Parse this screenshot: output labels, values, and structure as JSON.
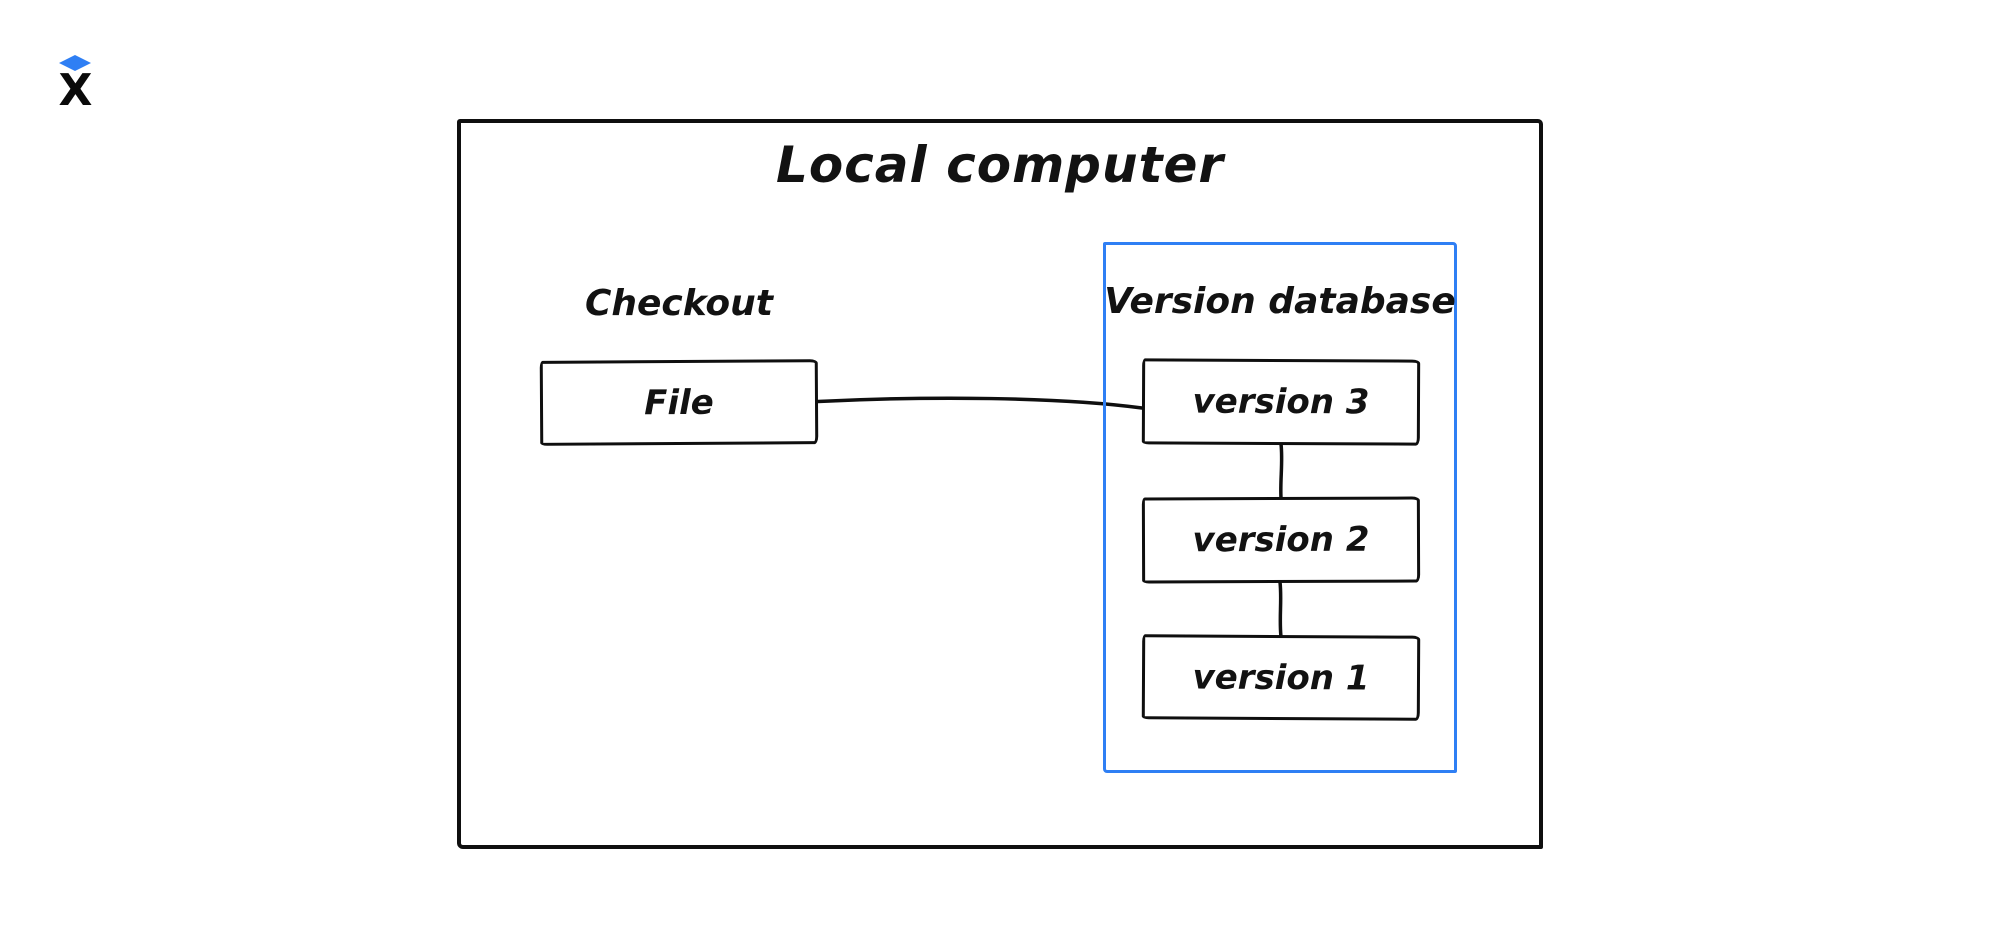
{
  "logo": {
    "letter": "X",
    "diamond_icon_color": "#2f7ff4"
  },
  "colors": {
    "background": "#ffffff",
    "stroke": "#0f0f0f",
    "text": "#121212",
    "accent_blue": "#2f7ff4"
  },
  "diagram": {
    "outer_box_title": "Local computer",
    "checkout": {
      "label": "Checkout",
      "file_box_label": "File"
    },
    "version_database": {
      "label": "Version database",
      "versions": [
        {
          "label": "version 3"
        },
        {
          "label": "version 2"
        },
        {
          "label": "version 1"
        }
      ]
    }
  }
}
